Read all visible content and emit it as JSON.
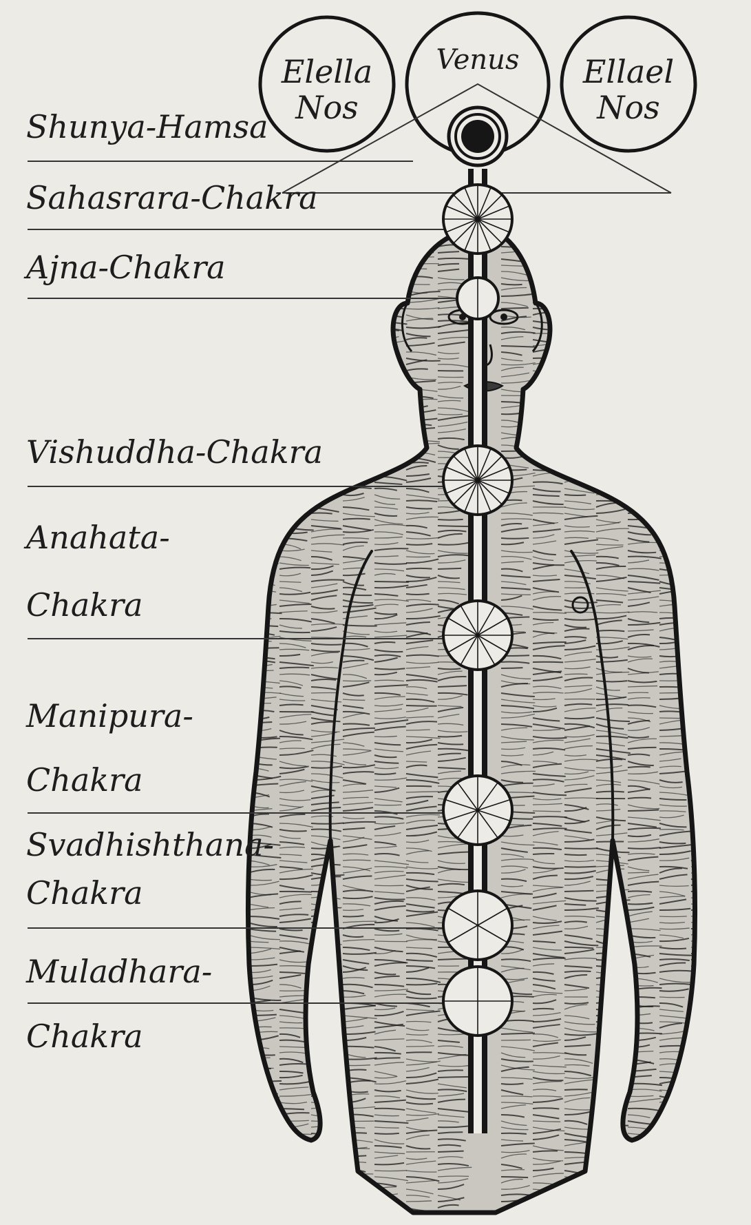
{
  "crown_circles": [
    {
      "lines": [
        "Elella",
        "Nos"
      ]
    },
    {
      "lines": [
        "Venus"
      ]
    },
    {
      "lines": [
        "Ellael",
        "Nos"
      ]
    }
  ],
  "chakra_labels": [
    {
      "lines": [
        "Shunya-Hamsa"
      ]
    },
    {
      "lines": [
        "Sahasrara-Chakra"
      ]
    },
    {
      "lines": [
        "Ajna-Chakra"
      ]
    },
    {
      "lines": [
        "Vishuddha-Chakra"
      ]
    },
    {
      "lines": [
        "Anahata-",
        "Chakra"
      ]
    },
    {
      "lines": [
        "Manipura-",
        "Chakra"
      ]
    },
    {
      "lines": [
        "Svadhishthana-",
        "Chakra"
      ]
    },
    {
      "lines": [
        "Muladhara-",
        "Chakra"
      ]
    }
  ],
  "chakra_wheels": [
    {
      "name": "sahasrara",
      "spokes": 16
    },
    {
      "name": "ajna",
      "spokes": 2
    },
    {
      "name": "vishuddha",
      "spokes": 16
    },
    {
      "name": "anahata",
      "spokes": 12
    },
    {
      "name": "manipura",
      "spokes": 10
    },
    {
      "name": "svadhishthana",
      "spokes": 6
    },
    {
      "name": "muladhara",
      "spokes": 4
    }
  ],
  "colors": {
    "ink": "#161616",
    "paper": "#ecebe6",
    "flesh": "#c9c7c0"
  }
}
